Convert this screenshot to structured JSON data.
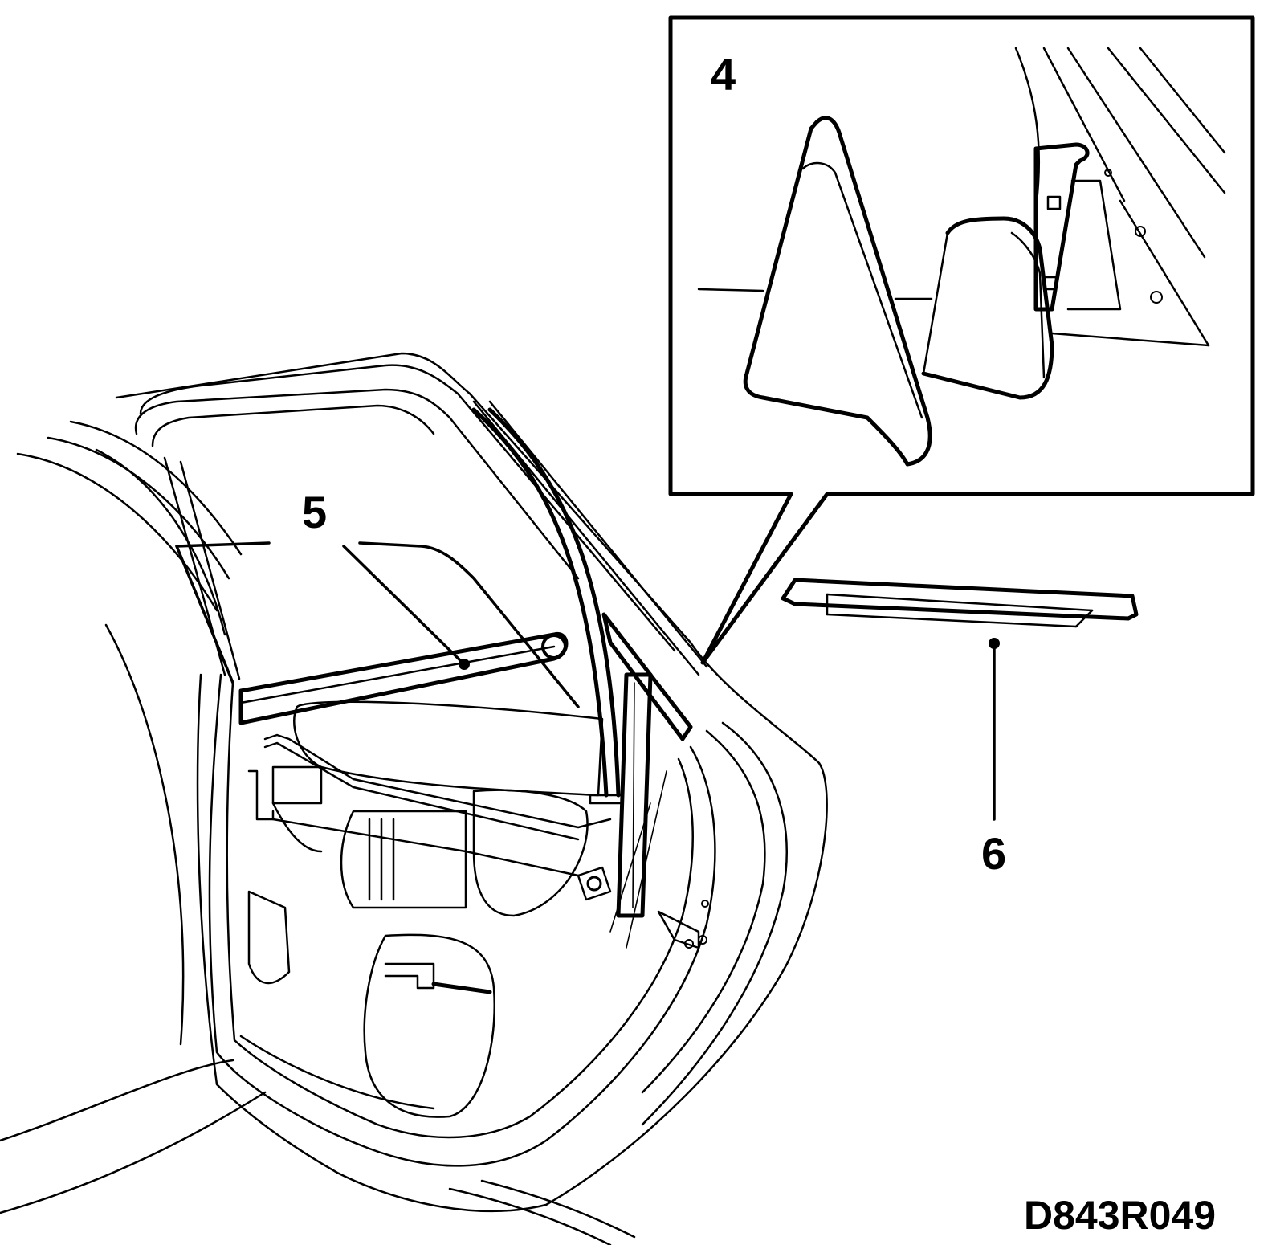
{
  "diagram": {
    "drawing_code": "D843R049",
    "callouts": {
      "part_4": "4",
      "part_5": "5",
      "part_6": "6"
    }
  }
}
